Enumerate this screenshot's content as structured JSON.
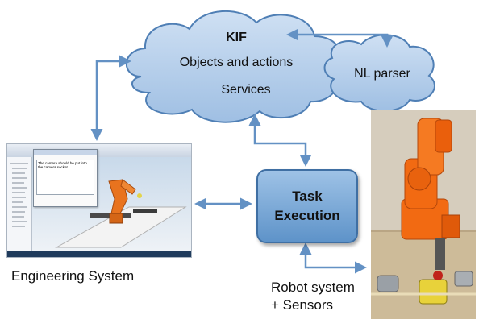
{
  "cloud": {
    "title": "KIF",
    "line1": "Objects and actions",
    "line2": "Services",
    "parser_label": "NL parser"
  },
  "task_box": {
    "line1": "Task",
    "line2": "Execution"
  },
  "engineering": {
    "caption": "Engineering System",
    "dialog_text": "The camera should be put into the camera socket."
  },
  "robot": {
    "caption_line1": "Robot system",
    "caption_line2": "+ Sensors"
  },
  "colors": {
    "cloud_fill": "#b8d0ec",
    "cloud_stroke": "#4f7fb5",
    "arrow": "#6391c4",
    "box_fill": "#7aa7d8",
    "robot_orange": "#f26a12"
  }
}
